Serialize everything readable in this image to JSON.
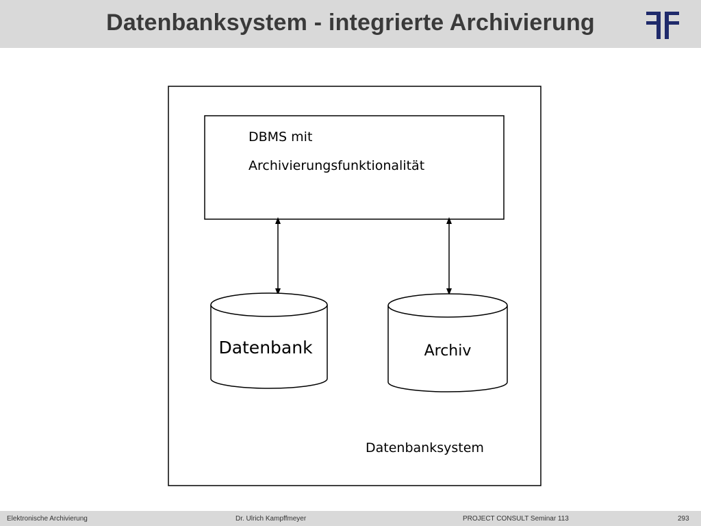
{
  "slide": {
    "title": "Datenbanksystem - integrierte Archivierung"
  },
  "logo": {
    "icon": "project-consult-logo-icon",
    "color": "#1f2a6b"
  },
  "diagram": {
    "dbms_line1": "DBMS mit",
    "dbms_line2": "Archivierungsfunktionalität",
    "database_label": "Datenbank",
    "archive_label": "Archiv",
    "system_label": "Datenbanksystem"
  },
  "footer": {
    "left": "Elektronische Archivierung",
    "center": "Dr. Ulrich Kampffmeyer",
    "right": "PROJECT CONSULT Seminar 113",
    "page": "293"
  }
}
